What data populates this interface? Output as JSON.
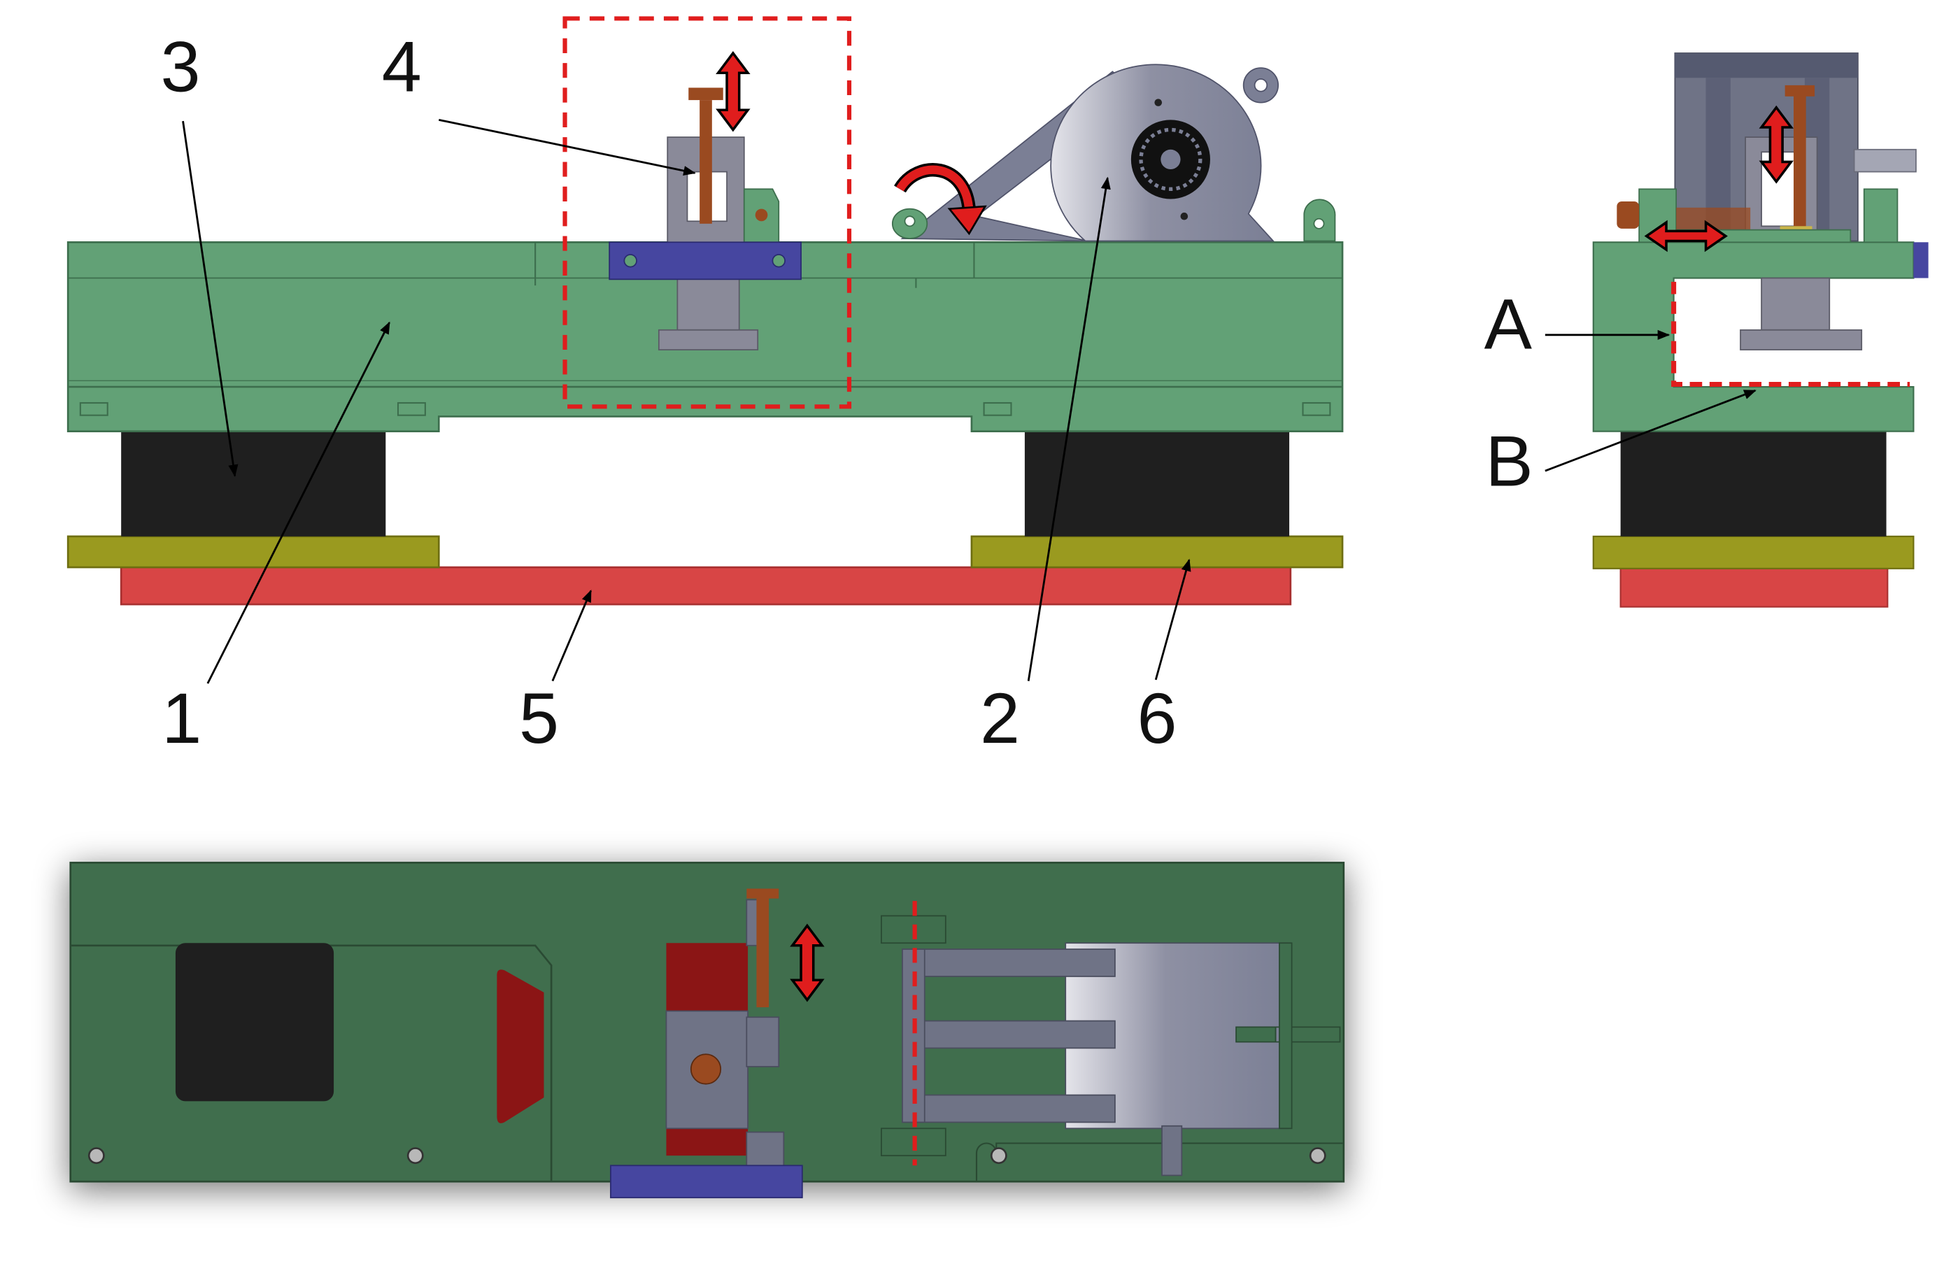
{
  "labels": {
    "l1": "1",
    "l2": "2",
    "l3": "3",
    "l4": "4",
    "l5": "5",
    "l6": "6",
    "lA": "A",
    "lB": "B"
  },
  "colors": {
    "frame_green": "#62a176",
    "frame_green_dark": "#4a8560",
    "top_view_green": "#3f6e4d",
    "damper_black": "#1f1f1f",
    "plate_olive": "#9a9a1f",
    "base_red": "#d84545",
    "clamp_grey": "#8a8a99",
    "motor_grey": "#7b7f95",
    "clamp_blue": "#4646a0",
    "screw_brown": "#9a4a20",
    "highlight_red": "#e01d1d",
    "pad_red_dark": "#8b1515"
  }
}
